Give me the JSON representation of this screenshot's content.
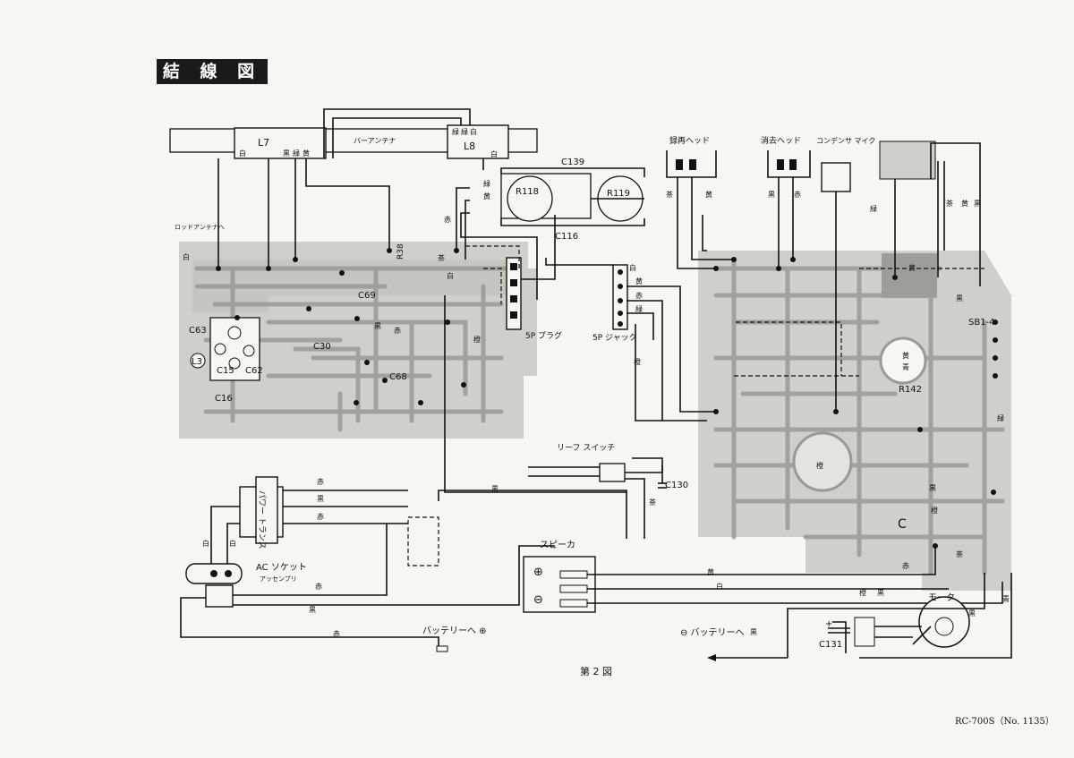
{
  "title": "結 線 図",
  "caption": "第 2 図",
  "model_no": "RC-700S（No. 1135）",
  "labels": {
    "l7": "L7",
    "l8": "L8",
    "bar_antenna": "バーアンテナ",
    "rod_antenna": "ロッドアンテナへ",
    "c139": "C139",
    "c116": "C116",
    "r118": "R118",
    "r119": "R119",
    "r38": "R38",
    "c69": "C69",
    "c63": "C63",
    "c30": "C30",
    "l3": "L3",
    "c15": "C15",
    "c62": "C62",
    "c16": "C16",
    "c68": "C68",
    "plug_5p": "5P プラグ",
    "jack_5p": "5P ジャック",
    "rec_head": "録再ヘッド",
    "erase_head": "消去ヘッド",
    "condenser_mic": "コンデンサ マイク",
    "sb": "SB1-4",
    "r142": "R142",
    "leaf_switch": "リーフ スイッチ",
    "c130": "C130",
    "power_trans": "パワー トランス",
    "ac_socket": "AC ソケット",
    "ac_assembly": "アッセンブリ",
    "speaker": "スピーカ",
    "battery_plus": "バッテリーへ ⊕",
    "battery_minus": "⊖ バッテリーへ",
    "motor": "モータ",
    "c131": "C131",
    "plus": "⊕",
    "minus": "⊖",
    "plus_small": "+",
    "c_small": "C"
  },
  "wire_colors": {
    "white": "白",
    "black": "黒",
    "green": "緑",
    "yellow": "黄",
    "red": "赤",
    "brown": "茶",
    "orange": "橙",
    "blue": "青"
  },
  "colors": {
    "ink": "#111111",
    "pcb": "#cfcfcb",
    "paper": "#f7f6f2",
    "title_bg": "#1a1a1a"
  }
}
